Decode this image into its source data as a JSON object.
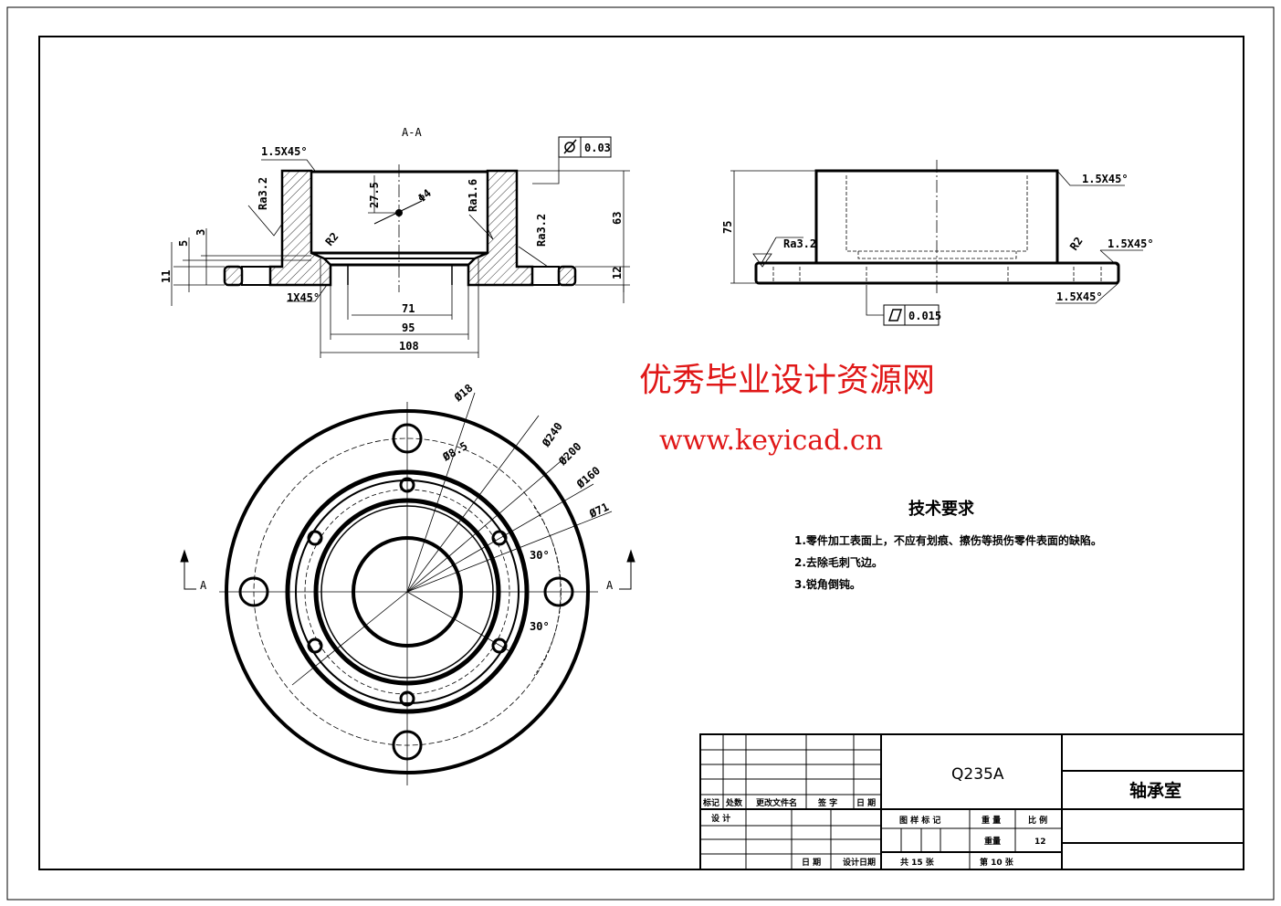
{
  "section_view": {
    "title": "A-A",
    "chamfer_top": "1.5X45°",
    "chamfer_bottom": "1X45°",
    "roughness_left": "Ra3.2",
    "roughness_inner": "Ra1.6",
    "roughness_right": "Ra3.2",
    "radius": "R2",
    "dim_27_5": "27.5",
    "dim_phi4": "Φ4",
    "dim_63": "63",
    "dim_12": "12",
    "dim_11": "11",
    "dim_5": "5",
    "dim_3": "3",
    "dim_71": "71",
    "dim_95": "95",
    "dim_108": "108",
    "tolerance_value": "0.03"
  },
  "side_view": {
    "dim_75": "75",
    "chamfer_top": "1.5X45°",
    "chamfer_flange_top": "1.5X45°",
    "chamfer_flange_bottom": "1.5X45°",
    "roughness": "Ra3.2",
    "radius": "R2",
    "flatness_value": "0.015"
  },
  "plan_view": {
    "phi18": "Ø18",
    "phi8_5": "Ø8.5",
    "phi240": "Ø240",
    "phi200": "Ø200",
    "phi160": "Ø160",
    "phi71": "Ø71",
    "angle1": "30°",
    "angle2": "30°",
    "section_mark_left": "A",
    "section_mark_right": "A"
  },
  "watermark": {
    "line1": "优秀毕业设计资源网",
    "line2": "www.keyicad.cn"
  },
  "tech_requirements": {
    "title": "技术要求",
    "items": [
      "1.零件加工表面上，不应有划痕、擦伤等损伤零件表面的缺陷。",
      "2.去除毛刺飞边。",
      "3.锐角倒钝。"
    ]
  },
  "title_block": {
    "material": "Q235A",
    "part_name": "轴承室",
    "mark": "标记",
    "count": "处数",
    "change_doc": "更改文件名",
    "signature": "签 字",
    "date": "日 期",
    "design": "设 计",
    "date2": "日 期",
    "design_date": "设计日期",
    "drawing_mark": "图 样 标 记",
    "weight": "重 量",
    "scale": "比 例",
    "weight_value": "重量",
    "scale_value": "12",
    "total_sheets": "共 15 张",
    "sheet_no": "第 10 张"
  }
}
